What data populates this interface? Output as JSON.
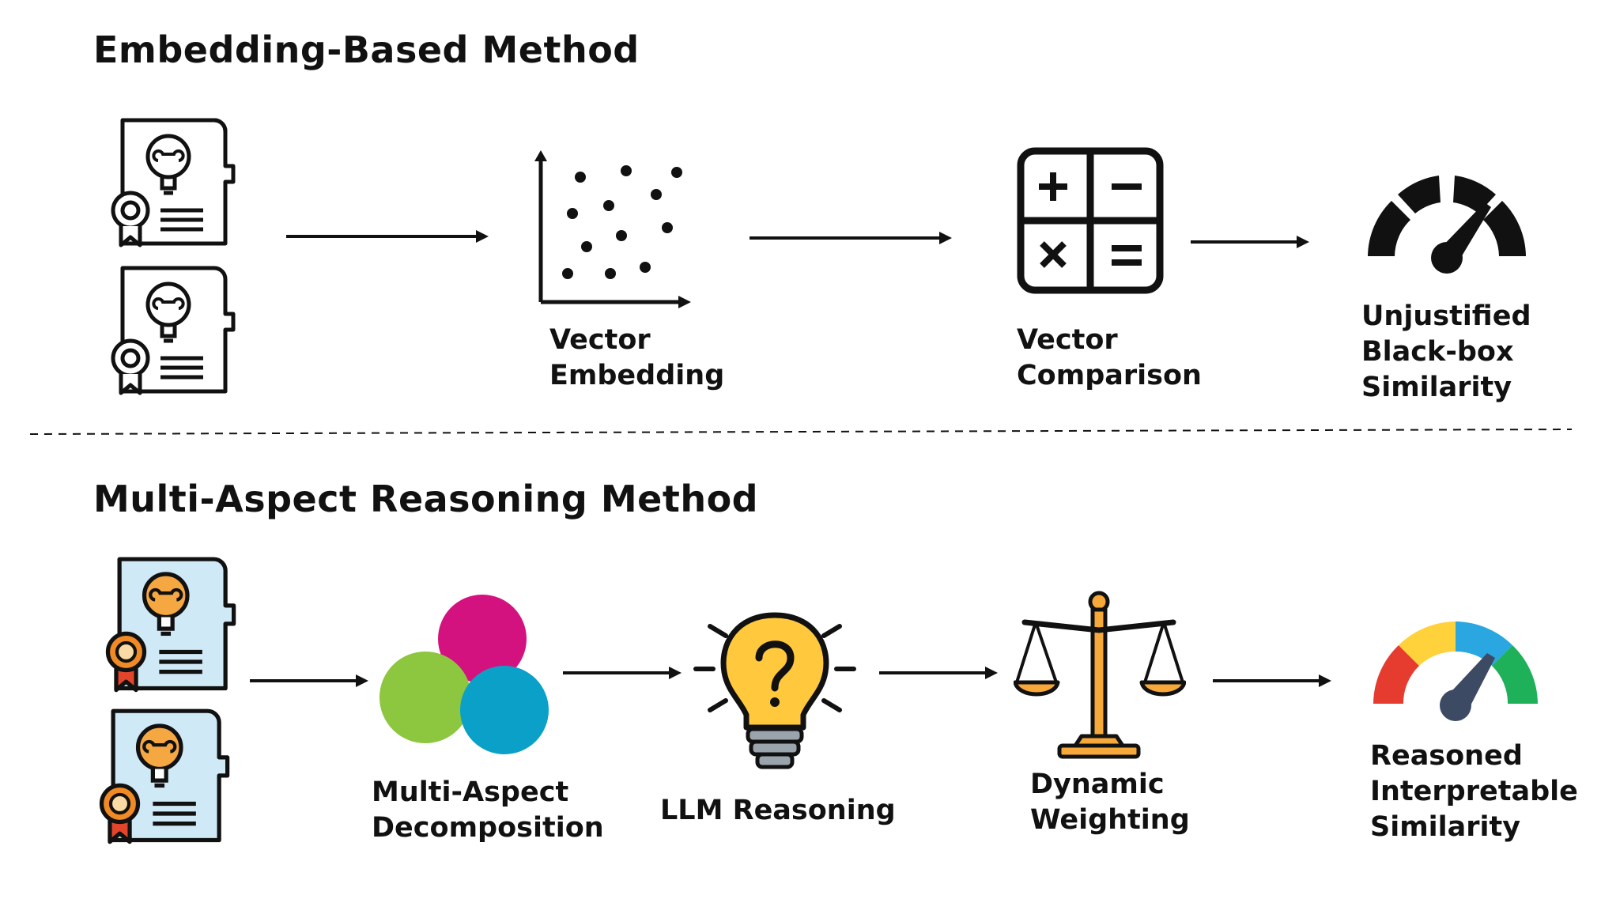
{
  "sections": {
    "top": {
      "title": "Embedding-Based Method",
      "labels": {
        "vector_embedding": [
          "Vector",
          "Embedding"
        ],
        "vector_comparison": [
          "Vector",
          "Comparison"
        ],
        "result": [
          "Unjustified",
          "Black-box",
          "Similarity"
        ]
      }
    },
    "bottom": {
      "title": "Multi-Aspect Reasoning Method",
      "labels": {
        "decomposition": [
          "Multi-Aspect",
          "Decomposition"
        ],
        "reasoning": [
          "LLM Reasoning"
        ],
        "weighting": [
          "Dynamic",
          "Weighting"
        ],
        "result": [
          "Reasoned",
          "Interpretable",
          "Similarity"
        ]
      }
    }
  },
  "colors": {
    "stroke": "#111111",
    "doc_fill": "#cfe9f7",
    "bulb_orange": "#f5a742",
    "badge_orange": "#f08a24",
    "badge_red": "#e3452b",
    "circle_magenta": "#d4127f",
    "circle_green": "#8dc63f",
    "circle_blue": "#0aa0c8",
    "bulb_yellow": "#ffc83d",
    "scale_gold": "#f7a83a",
    "gauge_red": "#e63c2f",
    "gauge_yellow": "#ffd23c",
    "gauge_blue": "#2aa7e0",
    "gauge_green": "#1fb05a",
    "needle": "#3d4a63"
  },
  "icons": [
    "patent-document-icon",
    "scatter-plot-icon",
    "calculator-icon",
    "speedometer-icon",
    "venn-circles-icon",
    "question-bulb-icon",
    "balance-scale-icon",
    "colored-gauge-icon"
  ]
}
